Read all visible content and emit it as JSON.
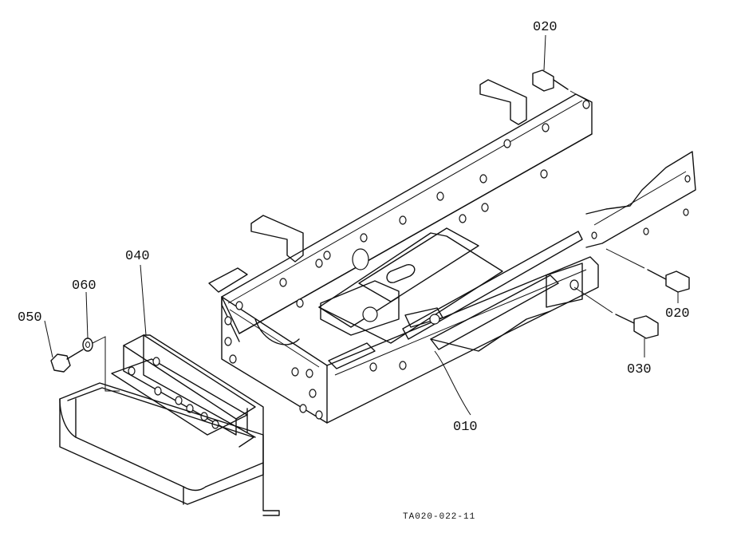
{
  "labels": {
    "part_020_top": "020",
    "part_020_right": "020",
    "part_030": "030",
    "part_010": "010",
    "part_040": "040",
    "part_060": "060",
    "part_050": "050"
  },
  "drawing_code": "TA020-022-11"
}
